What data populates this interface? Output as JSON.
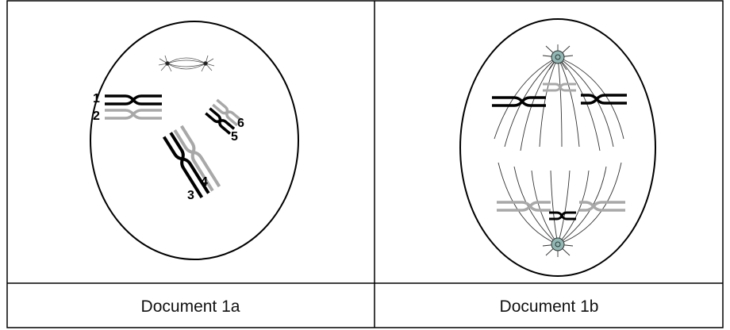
{
  "panels": [
    {
      "caption": "Document 1a",
      "chromosome_labels": [
        "1",
        "2",
        "3",
        "4",
        "5",
        "6"
      ]
    },
    {
      "caption": "Document 1b"
    }
  ],
  "colors": {
    "border": "#000000",
    "dark_chromatid": "#000000",
    "light_chromatid": "#a8a8a8",
    "spindle": "#333333",
    "centrosome": "#8fb8b4"
  }
}
